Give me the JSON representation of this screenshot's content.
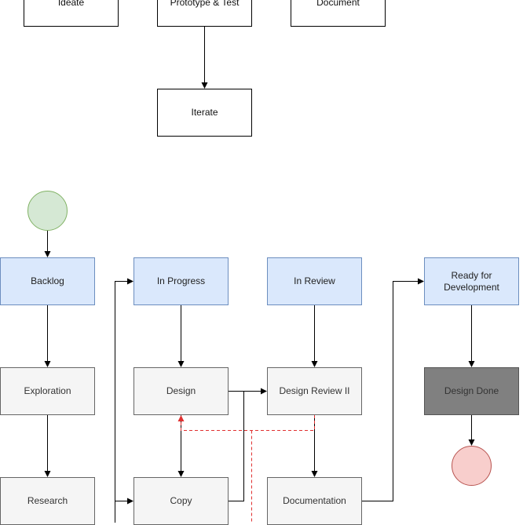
{
  "top_row": {
    "ideate": "Ideate",
    "prototype_test": "Prototype & Test",
    "document": "Document",
    "iterate": "Iterate"
  },
  "workflow": {
    "backlog": "Backlog",
    "in_progress": "In Progress",
    "in_review": "In Review",
    "ready_for_development": "Ready for\nDevelopment",
    "exploration": "Exploration",
    "design": "Design",
    "design_review_ii": "Design Review II",
    "design_done": "Design Done",
    "research": "Research",
    "copy": "Copy",
    "documentation": "Documentation"
  },
  "colors": {
    "status_fill": "#dae8fc",
    "status_border": "#6c8ebf",
    "task_fill": "#f5f5f5",
    "task_border": "#666666",
    "done_fill": "#808080",
    "start_fill": "#d5e8d4",
    "start_border": "#82b366",
    "end_fill": "#f8cecc",
    "end_border": "#b85450",
    "feedback_line": "#e03030"
  }
}
